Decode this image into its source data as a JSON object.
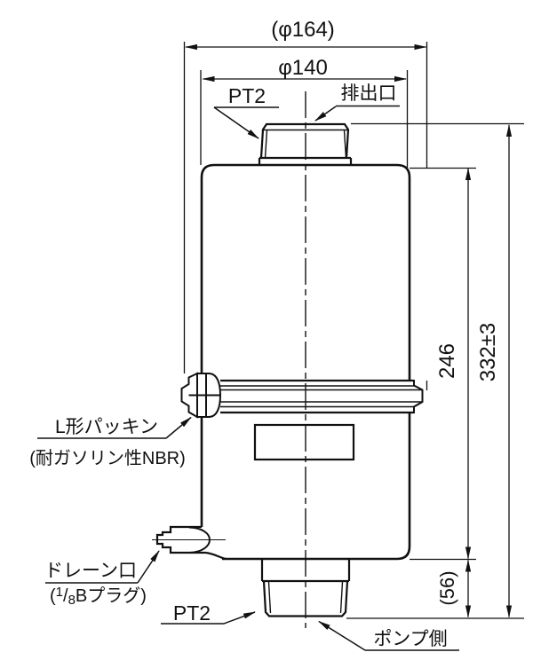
{
  "drawing": {
    "background_color": "#ffffff",
    "line_color": "#111111",
    "dimensions": {
      "outer_diameter": "(φ164)",
      "body_diameter": "φ140",
      "total_height": "332±3",
      "body_height": "246",
      "lower_height": "(56)"
    },
    "labels": {
      "top_port_thread": "PT2",
      "outlet_port": "排出口",
      "packing": "L形パッキン",
      "packing_material_note": "(耐ガソリン性NBR)",
      "drain_port": "ドレーン口",
      "drain_plug_open": "(",
      "drain_plug_numerator": "1",
      "drain_plug_slash": "/",
      "drain_plug_denominator": "8",
      "drain_plug_rest": "Bプラグ)",
      "bottom_port_thread": "PT2",
      "pump_side": "ポンプ側"
    }
  }
}
